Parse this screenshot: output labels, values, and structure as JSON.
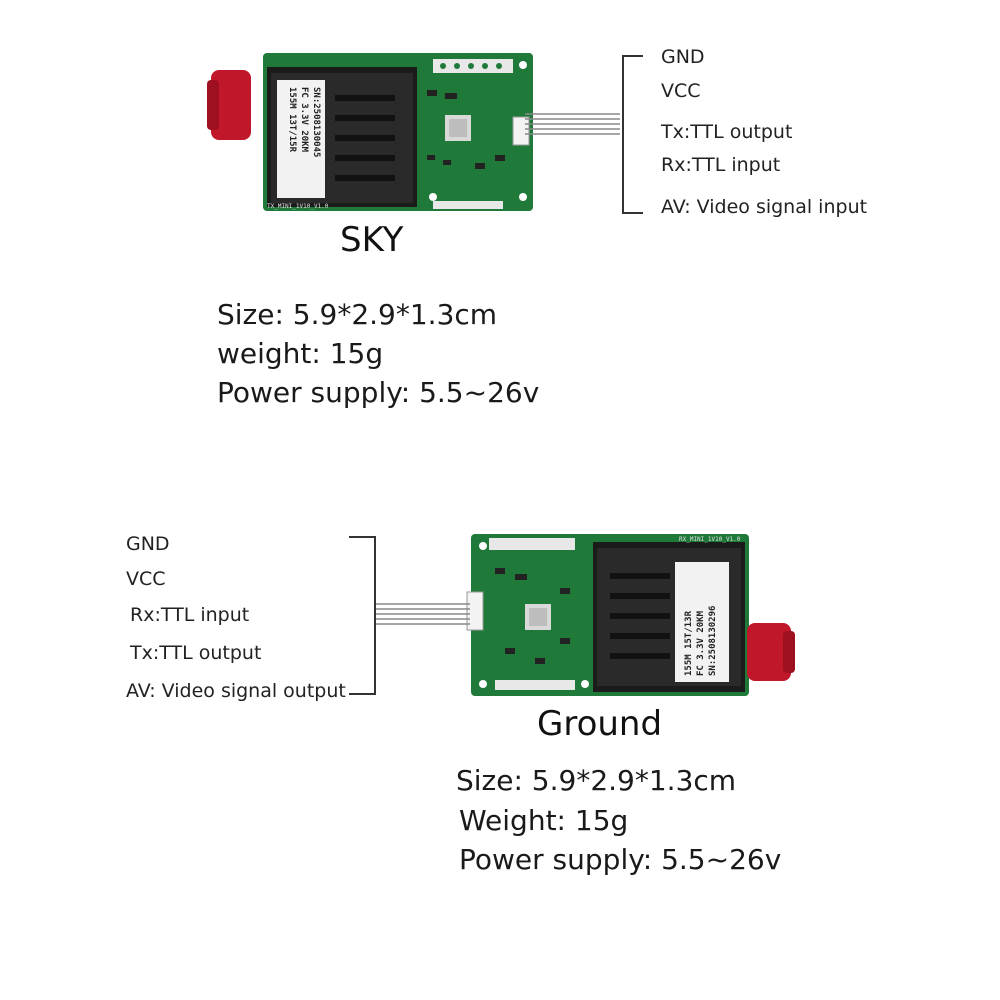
{
  "sky": {
    "title": "SKY",
    "label": {
      "line1": "155M 13T/15R",
      "line2": "FC 3.3V 20KM",
      "line3": "SN:2508130045"
    },
    "board_marking": "TX_MINI_1V10_V1.0",
    "pins": [
      "GND",
      "VCC",
      "Tx:TTL output",
      "Rx:TTL input",
      "AV: Video signal input"
    ],
    "specs": {
      "size": "Size: 5.9*2.9*1.3cm",
      "weight": "weight:  15g",
      "power": "Power supply: 5.5~26v"
    }
  },
  "ground": {
    "title": "Ground",
    "label": {
      "line1": "155M 15T/13R",
      "line2": "FC 3.3V 20KM",
      "line3": "SN:2508130296"
    },
    "board_marking": "RX_MINI_1V10_V1.0",
    "pins": [
      "GND",
      "VCC",
      "Rx:TTL input",
      "Tx:TTL output",
      "AV: Video signal output"
    ],
    "specs": {
      "size": "Size: 5.9*2.9*1.3cm",
      "weight": "Weight: 15g",
      "power": "Power supply: 5.5~26v"
    }
  },
  "colors": {
    "pcb": "#1f7a3a",
    "connector": "#c0182a",
    "bracket": "#333333"
  }
}
